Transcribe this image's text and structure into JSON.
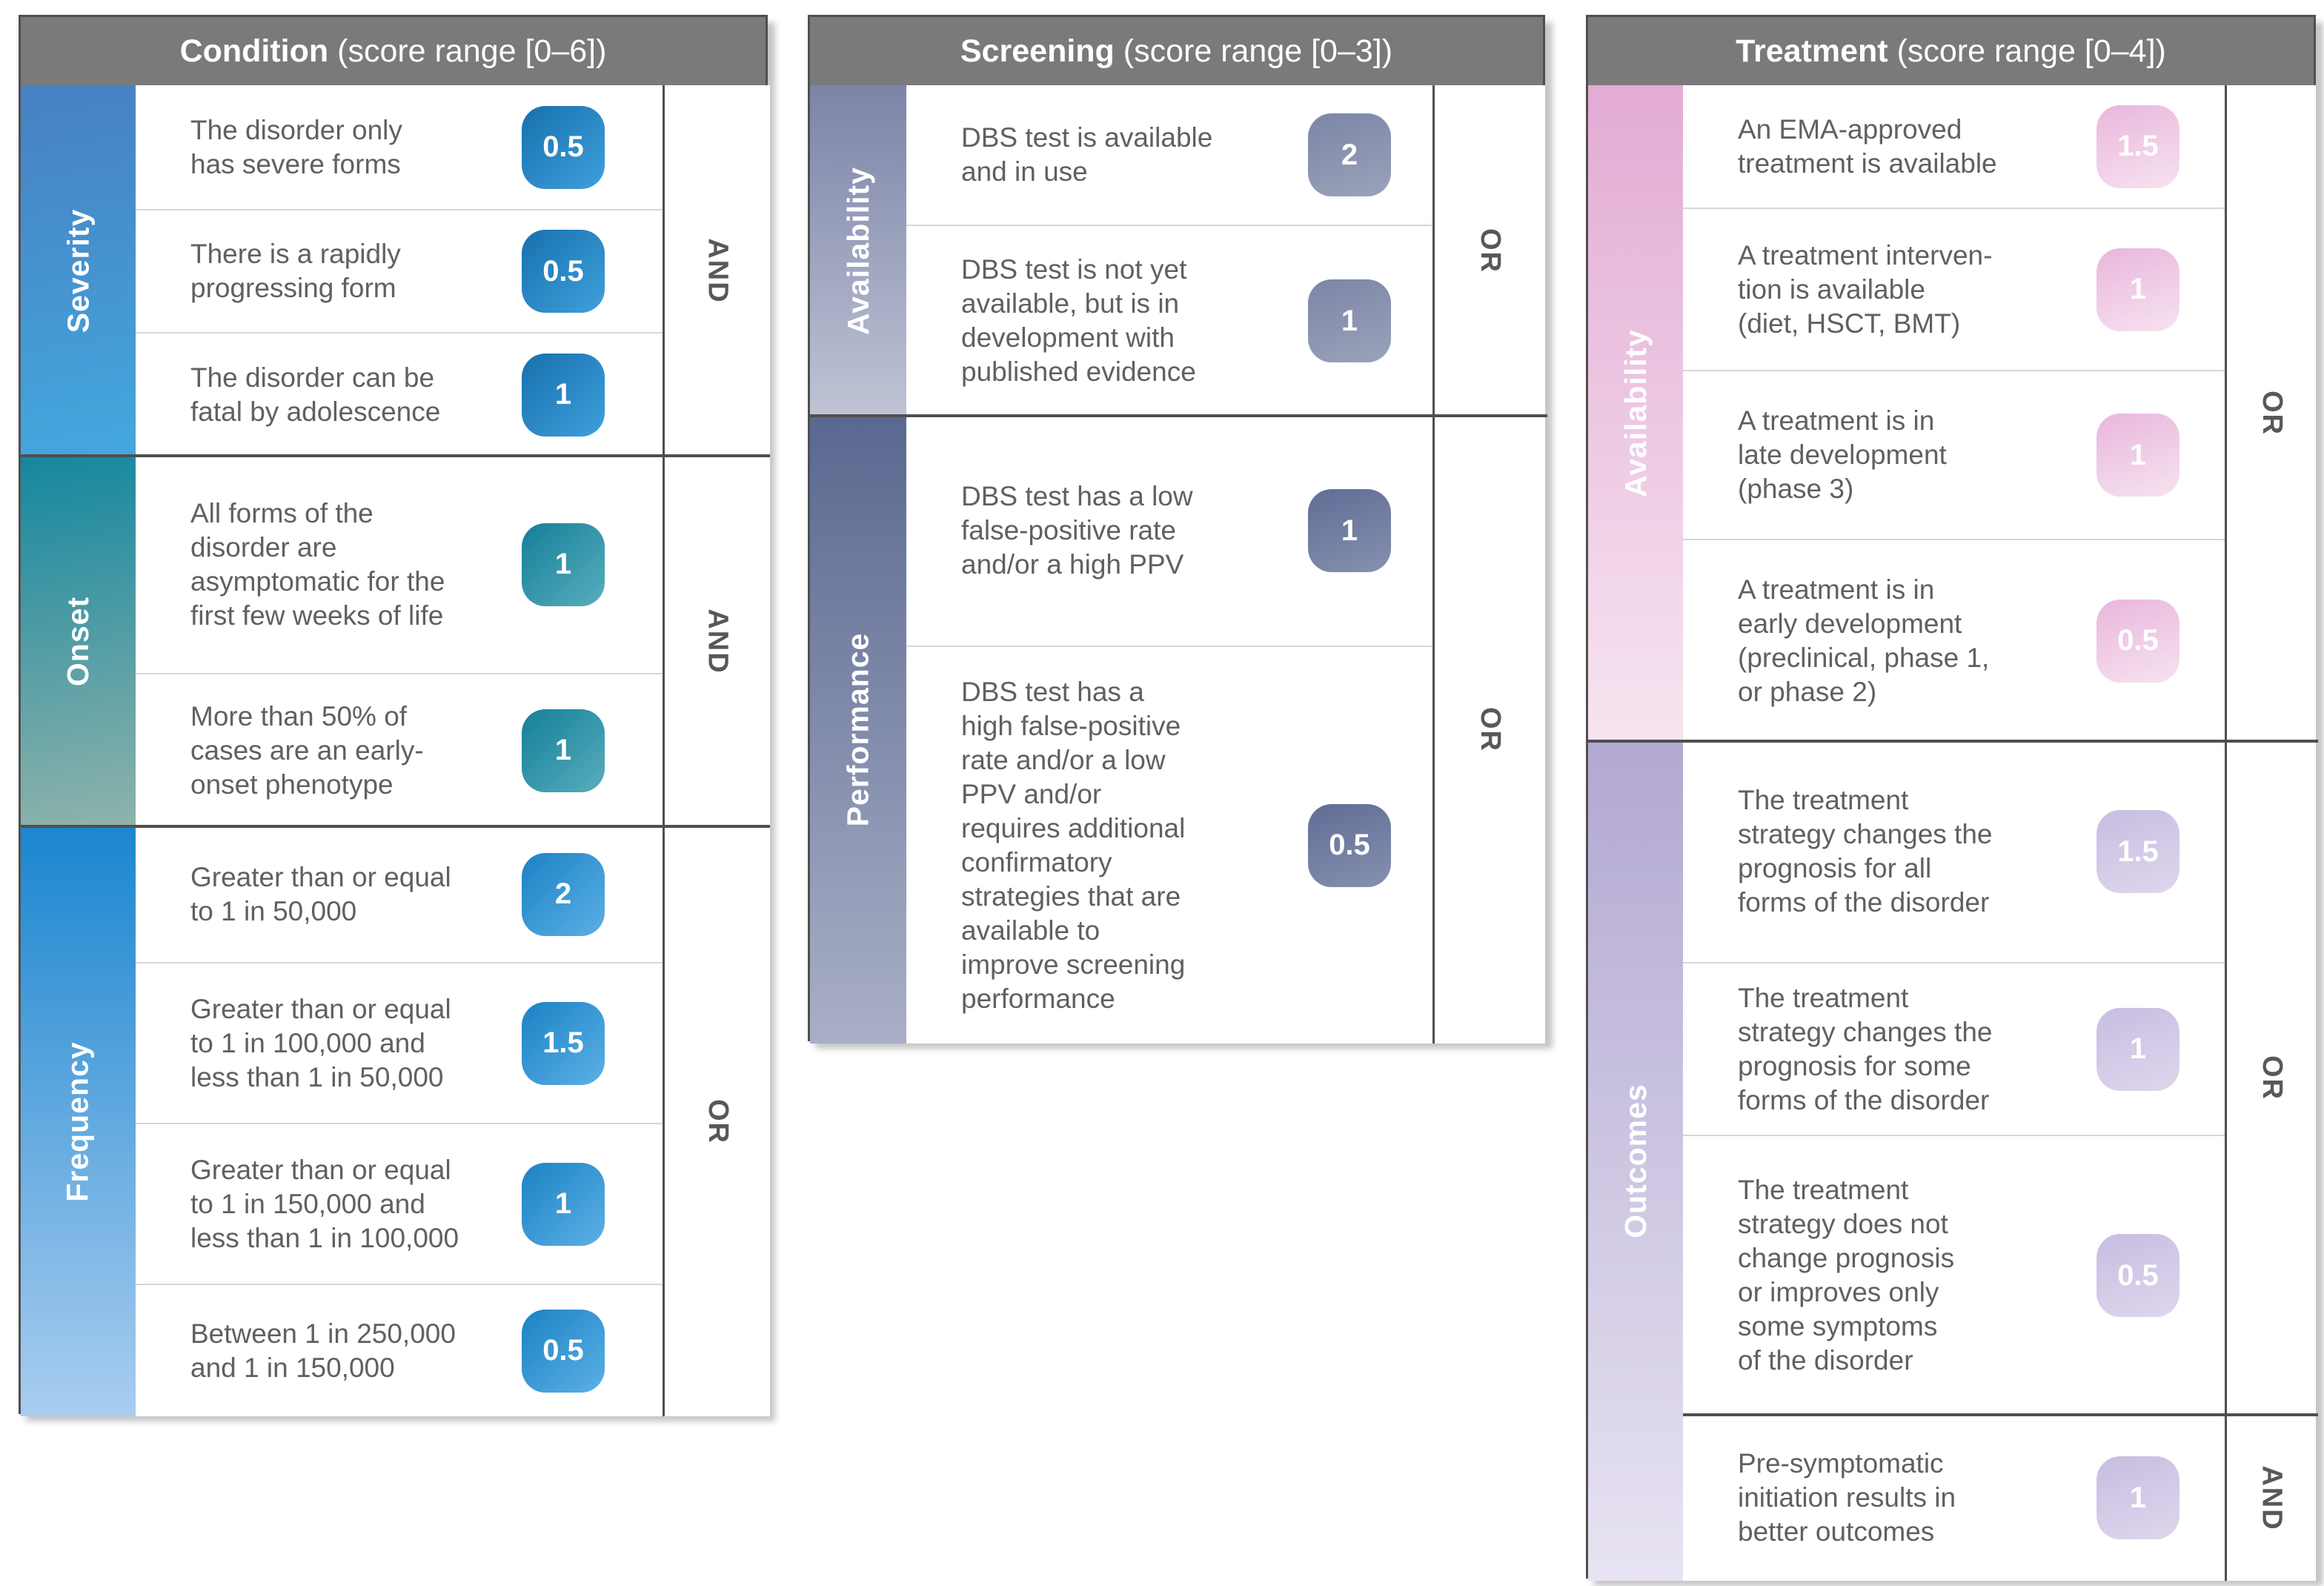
{
  "colors": {
    "header_bg": "#7a7a7a",
    "border_dark": "#4f4f4f",
    "row_separator": "#d6d6d6",
    "body_text": "#606060",
    "condition_blue": "#2f9ed9",
    "onset_teal": "#15879f",
    "frequency_blue": "#1b86cf",
    "screening_slate": "#5a6890",
    "treatment_pink": "#e2abd4",
    "outcomes_purple": "#b2a8d2"
  },
  "panels": [
    {
      "title_bold": "Condition",
      "title_rest": " (score range [0–6])",
      "sections": [
        {
          "label": "Severity",
          "logic": "AND",
          "rows": [
            {
              "text": "The disorder only\nhas severe forms",
              "score": "0.5"
            },
            {
              "text": "There is a rapidly\nprogressing form",
              "score": "0.5"
            },
            {
              "text": "The disorder can be\nfatal by adolescence",
              "score": "1"
            }
          ]
        },
        {
          "label": "Onset",
          "logic": "AND",
          "rows": [
            {
              "text": "All forms of the\ndisorder are\nasymptomatic for the\nfirst few weeks of life",
              "score": "1"
            },
            {
              "text": "More than 50% of\ncases are an early-\nonset phenotype",
              "score": "1"
            }
          ]
        },
        {
          "label": "Frequency",
          "logic": "OR",
          "rows": [
            {
              "text": "Greater than or equal\nto 1 in 50,000",
              "score": "2"
            },
            {
              "text": "Greater than or equal\nto 1 in 100,000 and\nless than 1 in 50,000",
              "score": "1.5"
            },
            {
              "text": "Greater than or equal\nto 1 in 150,000 and\nless than 1 in 100,000",
              "score": "1"
            },
            {
              "text": "Between 1 in 250,000\nand 1 in 150,000",
              "score": "0.5"
            }
          ]
        }
      ]
    },
    {
      "title_bold": "Screening",
      "title_rest": " (score range [0–3])",
      "sections": [
        {
          "label": "Availability",
          "logic": "OR",
          "rows": [
            {
              "text": "DBS test is available\nand in use",
              "score": "2"
            },
            {
              "text": "DBS test is not yet\navailable, but is in\ndevelopment with\npublished evidence",
              "score": "1"
            }
          ]
        },
        {
          "label": "Performance",
          "logic": "OR",
          "rows": [
            {
              "text": "DBS test has a low\nfalse-positive rate\nand/or a high PPV",
              "score": "1"
            },
            {
              "text": "DBS test has a\nhigh false-positive\nrate and/or a low\nPPV and/or\nrequires additional\nconfirmatory\nstrategies that are\navailable to\nimprove screening\nperformance",
              "score": "0.5"
            }
          ]
        }
      ]
    },
    {
      "title_bold": "Treatment",
      "title_rest": " (score range [0–4])",
      "sections": [
        {
          "label": "Availability",
          "logic": "OR",
          "rows": [
            {
              "text": "An EMA-approved\ntreatment is available",
              "score": "1.5"
            },
            {
              "text": "A treatment interven-\ntion is available\n(diet, HSCT, BMT)",
              "score": "1"
            },
            {
              "text": "A treatment is in\nlate development\n(phase 3)",
              "score": "1"
            },
            {
              "text": "A treatment is in\nearly development\n(preclinical, phase 1,\nor phase 2)",
              "score": "0.5"
            }
          ]
        },
        {
          "label": "Outcomes",
          "logic": "OR",
          "logic2": "AND",
          "rows": [
            {
              "text": "The treatment\nstrategy changes the\nprognosis for all\nforms of the disorder",
              "score": "1.5"
            },
            {
              "text": "The treatment\nstrategy changes the\nprognosis for some\nforms of the disorder",
              "score": "1"
            },
            {
              "text": "The treatment\nstrategy does not\nchange prognosis\nor improves only\nsome symptoms\nof the disorder",
              "score": "0.5"
            }
          ],
          "rows2": [
            {
              "text": "Pre-symptomatic\ninitiation results in\nbetter outcomes",
              "score": "1"
            }
          ]
        }
      ]
    }
  ]
}
